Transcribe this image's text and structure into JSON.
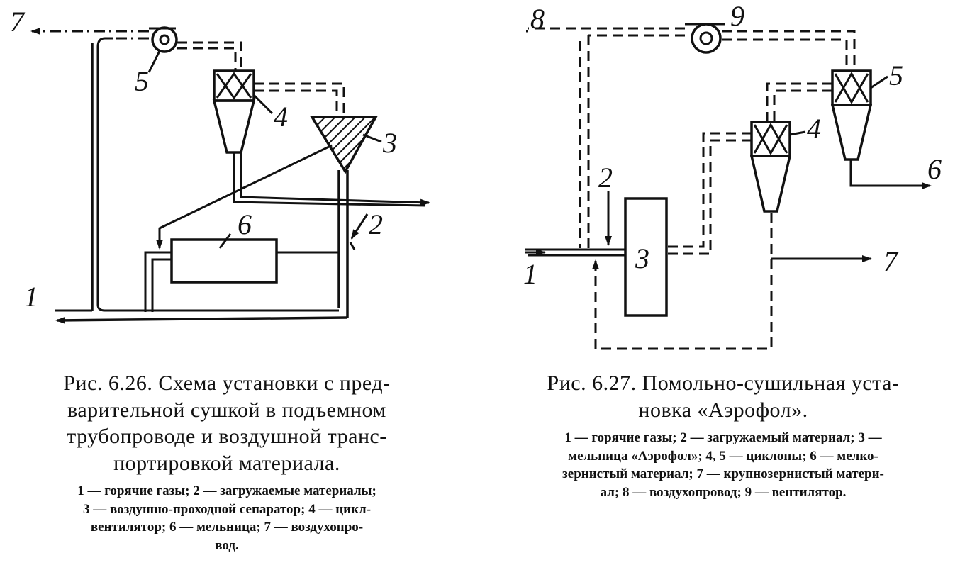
{
  "figure_left": {
    "caption_title": "Рис. 6.26. Схема установки с предварительной сушкой в подъемном трубопроводе и воздушной транспортировкой материала.",
    "caption_lines": [
      "Рис. 6.26. Схема установки с пред-",
      "варительной сушкой в подъемном",
      "трубопроводе и воздушной транс-",
      "портировкой материала."
    ],
    "legend_lines": [
      "1 — горячие газы; 2 — загружаемые материалы;",
      "3 — воздушно-проходной сепаратор; 4 — цикл-",
      "вентилятор; 6 — мельница; 7 — воздухопро-",
      "вод."
    ],
    "labels": {
      "n1": "1",
      "n2": "2",
      "n3": "3",
      "n4": "4",
      "n5": "5",
      "n6": "6",
      "n7": "7"
    }
  },
  "figure_right": {
    "caption_lines": [
      "Рис. 6.27. Помольно-сушильная уста-",
      "новка «Аэрофол»."
    ],
    "legend_lines": [
      "1 — горячие газы; 2 — загружаемый материал; 3 —",
      "мельница «Аэрофол»; 4, 5 — циклоны; 6 — мелко-",
      "зернистый материал; 7 — крупнозернистый матери-",
      "ал; 8 — воздухопровод; 9 — вентилятор."
    ],
    "labels": {
      "n1": "1",
      "n2": "2",
      "n3": "3",
      "n4": "4",
      "n5": "5",
      "n6": "6",
      "n7": "7",
      "n8": "8",
      "n9": "9"
    }
  }
}
